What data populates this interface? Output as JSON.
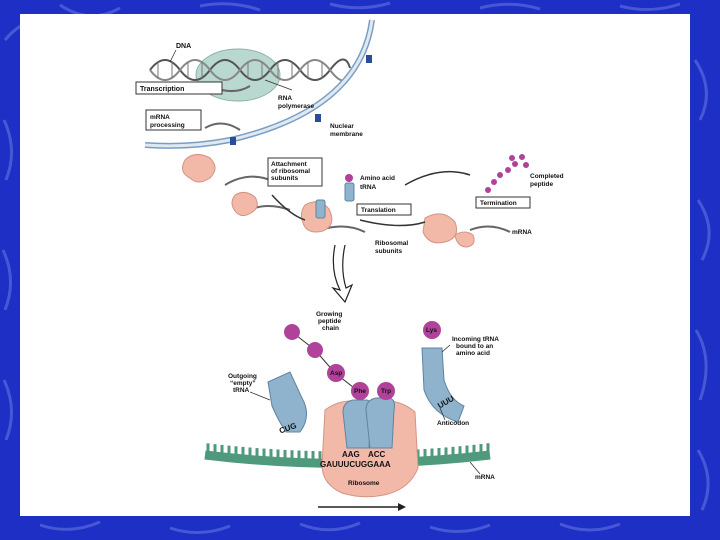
{
  "slide": {
    "background_color": "#1d2fc4",
    "panel_color": "#ffffff"
  },
  "overview": {
    "dna": "DNA",
    "transcription": "Transcription",
    "rna_polymerase_1": "RNA",
    "rna_polymerase_2": "polymerase",
    "mrna_processing_1": "mRNA",
    "mrna_processing_2": "processing",
    "nuclear_membrane_1": "Nuclear",
    "nuclear_membrane_2": "membrane",
    "attachment_1": "Attachment",
    "attachment_2": "of ribosomal",
    "attachment_3": "subunits",
    "amino_acid": "Amino acid",
    "trna": "tRNA",
    "translation": "Translation",
    "termination": "Termination",
    "completed_1": "Completed",
    "completed_2": "peptide",
    "ribosomal_1": "Ribosomal",
    "ribosomal_2": "subunits",
    "mrna": "mRNA"
  },
  "detail": {
    "growing_1": "Growing",
    "growing_2": "peptide",
    "growing_3": "chain",
    "outgoing_1": "Outgoing",
    "outgoing_2": "“empty”",
    "outgoing_3": "tRNA",
    "incoming_1": "Incoming tRNA",
    "incoming_2": "bound to an",
    "incoming_3": "amino acid",
    "anticodon": "Anticodon",
    "ribosome": "Ribosome",
    "mrna": "mRNA",
    "aa_asp": "Asp",
    "aa_phe": "Phe",
    "aa_trp": "Trp",
    "aa_lys": "Lys",
    "outgoing_anticodon": "CUG",
    "incoming_anticodon": "UUU",
    "anticodon_left": "AAG",
    "anticodon_right": "ACC",
    "codons": "GAUUUCUGGAAA"
  },
  "colors": {
    "ribosome": "#f2b8a8",
    "trna": "#8fb3cc",
    "amino_acid": "#b0429a",
    "mrna_strip": "#4f9a7c"
  }
}
